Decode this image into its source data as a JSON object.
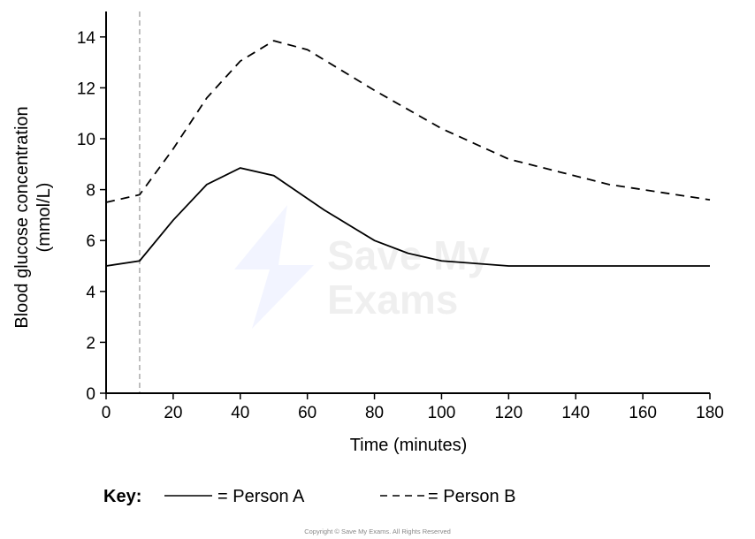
{
  "chart_data": {
    "type": "line",
    "title": "",
    "xlabel": "Time (minutes)",
    "ylabel": [
      "Blood glucose concentration",
      "(mmol/L)"
    ],
    "xlim": [
      0,
      180
    ],
    "ylim": [
      0,
      15
    ],
    "xticks": [
      0,
      20,
      40,
      60,
      80,
      100,
      120,
      140,
      160,
      180
    ],
    "yticks": [
      0,
      2,
      4,
      6,
      8,
      10,
      12,
      14
    ],
    "grid": false,
    "marker_line": {
      "x": 10,
      "style": "dashed",
      "color": "#aaaaaa"
    },
    "series": [
      {
        "name": "Person A",
        "style": "solid",
        "color": "#000000",
        "x": [
          0,
          10,
          20,
          30,
          40,
          50,
          65,
          80,
          90,
          100,
          120,
          150,
          180
        ],
        "y": [
          5.0,
          5.2,
          6.8,
          8.2,
          8.85,
          8.55,
          7.2,
          6.0,
          5.5,
          5.2,
          5.0,
          5.0,
          5.0
        ]
      },
      {
        "name": "Person B",
        "style": "dashed",
        "color": "#000000",
        "x": [
          0,
          10,
          20,
          30,
          40,
          50,
          60,
          80,
          100,
          120,
          150,
          180
        ],
        "y": [
          7.5,
          7.8,
          9.6,
          11.6,
          13.05,
          13.85,
          13.5,
          11.9,
          10.4,
          9.2,
          8.2,
          7.6
        ]
      }
    ],
    "legend": {
      "position": "bottom",
      "title": "Key:",
      "labels": [
        "= Person A",
        "= Person B"
      ]
    }
  },
  "watermark": "Save My Exams",
  "copyright": "Copyright © Save My Exams. All Rights Reserved"
}
